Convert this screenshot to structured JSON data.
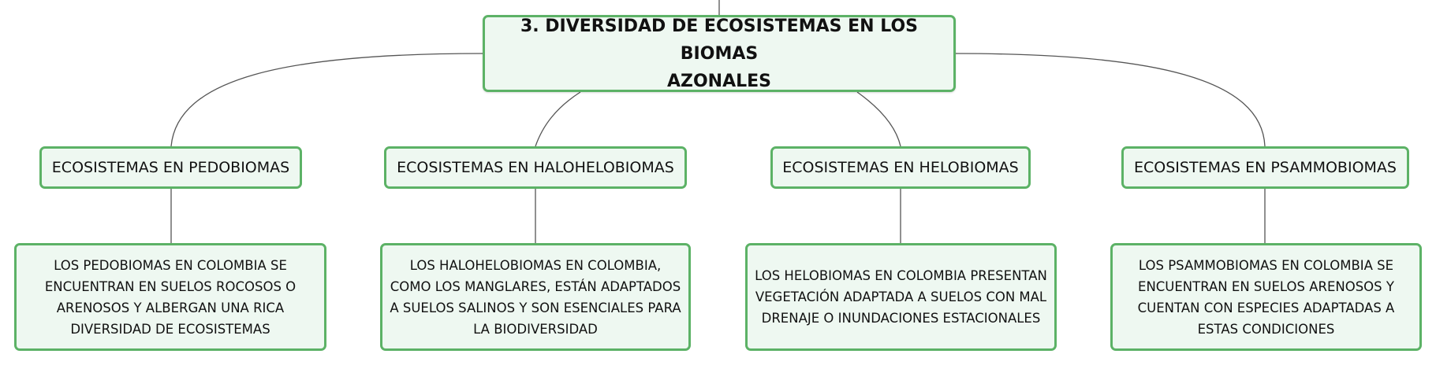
{
  "map": {
    "root": {
      "line1": "3. DIVERSIDAD DE ECOSISTEMAS EN LOS BIOMAS",
      "line2": "AZONALES"
    },
    "branches": [
      {
        "title": "ECOSISTEMAS EN PEDOBIOMAS",
        "description": [
          "LOS PEDOBIOMAS EN COLOMBIA SE",
          "ENCUENTRAN EN SUELOS ROCOSOS O",
          "ARENOSOS Y ALBERGAN UNA RICA",
          "DIVERSIDAD DE ECOSISTEMAS"
        ]
      },
      {
        "title": "ECOSISTEMAS EN HALOHELOBIOMAS",
        "description": [
          "LOS HALOHELOBIOMAS EN COLOMBIA,",
          "COMO LOS MANGLARES, ESTÁN ADAPTADOS",
          "A SUELOS SALINOS Y SON ESENCIALES PARA",
          "LA BIODIVERSIDAD"
        ]
      },
      {
        "title": "ECOSISTEMAS EN HELOBIOMAS",
        "description": [
          "LOS HELOBIOMAS EN COLOMBIA PRESENTAN",
          "VEGETACIÓN ADAPTADA A SUELOS CON MAL",
          "DRENAJE O INUNDACIONES ESTACIONALES"
        ]
      },
      {
        "title": "ECOSISTEMAS EN PSAMMOBIOMAS",
        "description": [
          "LOS PSAMMOBIOMAS EN COLOMBIA SE",
          "ENCUENTRAN EN SUELOS ARENOSOS Y",
          "CUENTAN CON ESPECIES ADAPTADAS A",
          "ESTAS CONDICIONES"
        ]
      }
    ]
  },
  "colors": {
    "node_border": "#5cb266",
    "node_fill": "#eef8f1",
    "connector": "#555555",
    "text": "#111111"
  }
}
